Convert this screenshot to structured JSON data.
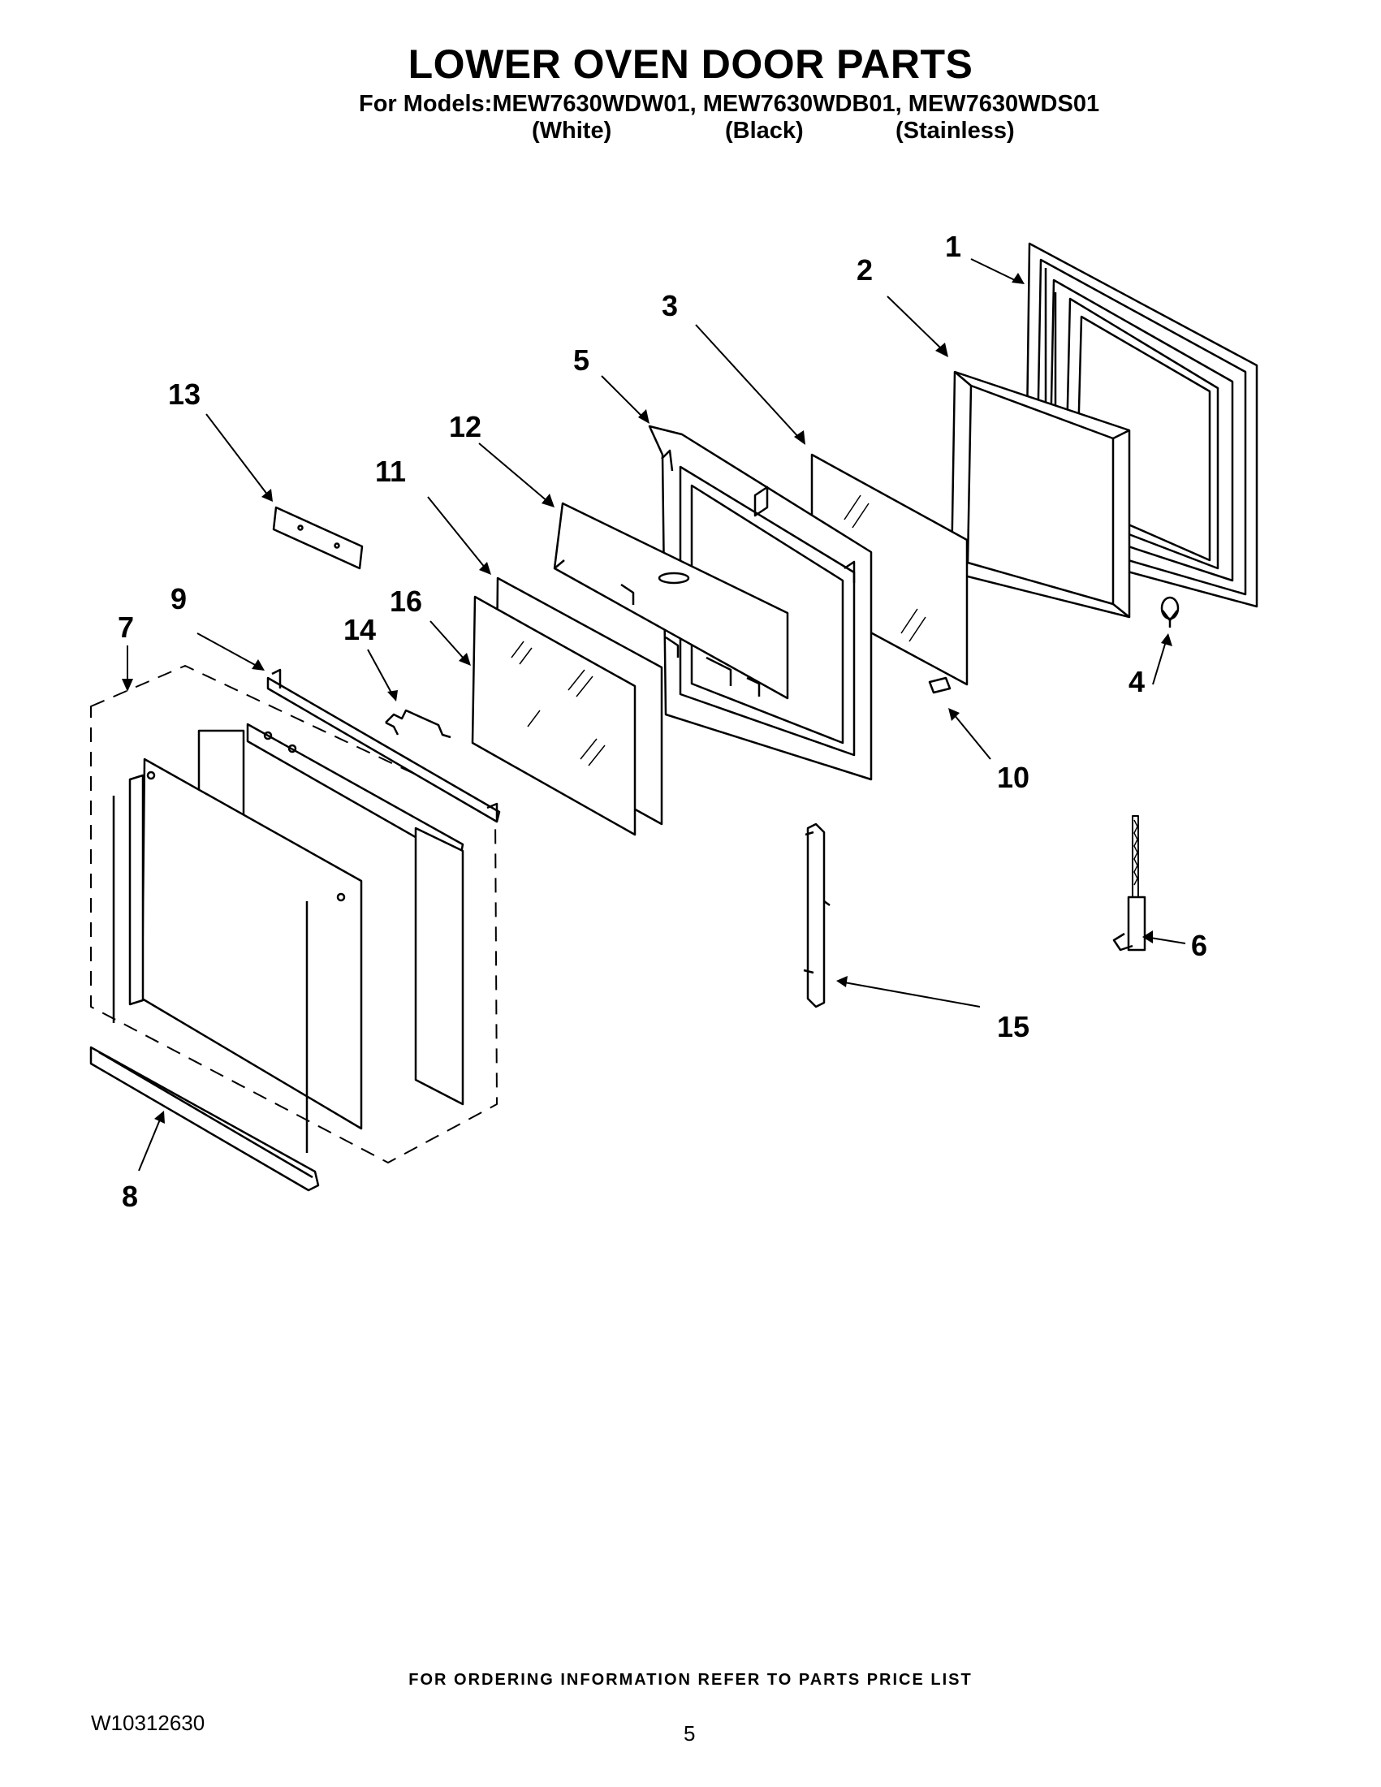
{
  "header": {
    "title": "LOWER OVEN DOOR PARTS",
    "models_line": "For Models:MEW7630WDW01, MEW7630WDB01, MEW7630WDS01",
    "variants": [
      "(White)",
      "(Black)",
      "(Stainless)"
    ]
  },
  "callouts": [
    "1",
    "2",
    "3",
    "4",
    "5",
    "6",
    "7",
    "8",
    "9",
    "10",
    "11",
    "12",
    "13",
    "14",
    "15",
    "16"
  ],
  "footer": {
    "note": "FOR ORDERING INFORMATION REFER TO PARTS PRICE LIST",
    "doc_number": "W10312630",
    "page_number": "5"
  }
}
